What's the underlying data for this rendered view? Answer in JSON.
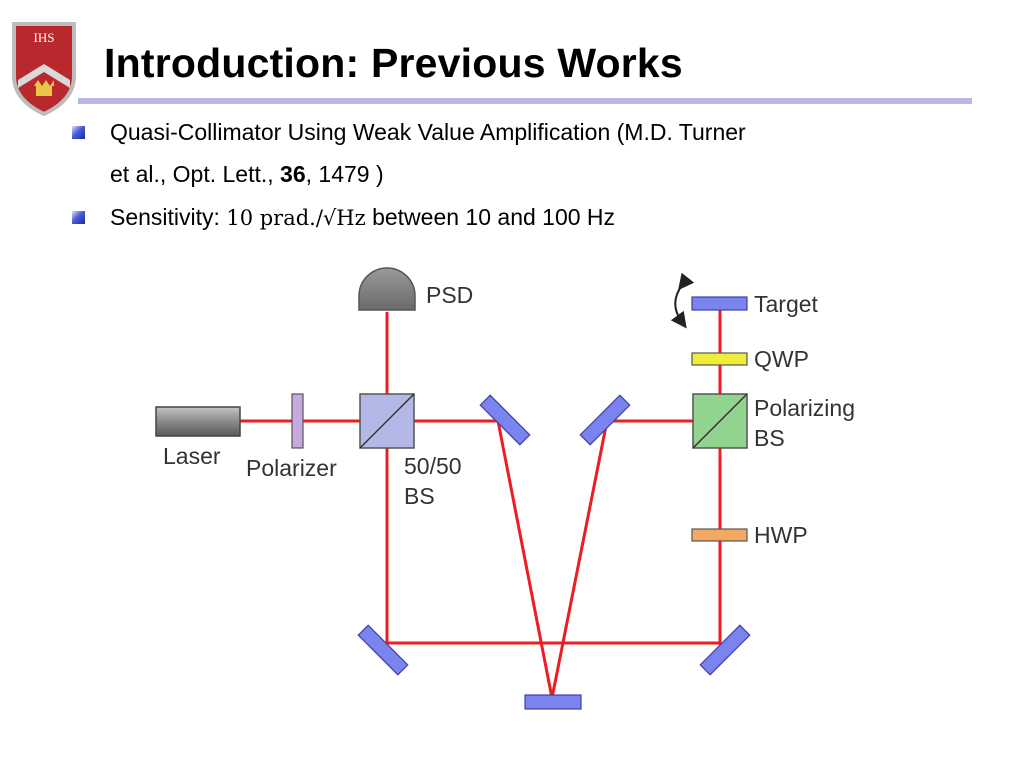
{
  "slide": {
    "logo_text": "IHS",
    "title": "Introduction: Previous Works",
    "bullets": [
      {
        "line1": "Quasi-Collimator Using Weak Value Amplification (M.D. Turner",
        "line2_pre": "et al., Opt. Lett., ",
        "line2_bold": "36",
        "line2_post": ", 1479 )"
      },
      {
        "label": "Sensitivity: ",
        "math": "10 prad./√Hz",
        "rest": " between 10 and 100 Hz"
      }
    ]
  },
  "diagram": {
    "labels": {
      "psd": "PSD",
      "target": "Target",
      "qwp": "QWP",
      "pbs_line1": "Polarizing",
      "pbs_line2": "BS",
      "laser": "Laser",
      "polarizer": "Polarizer",
      "bs_line1": "50/50",
      "bs_line2": "BS",
      "hwp": "HWP"
    },
    "colors": {
      "beam": "#ee1c24",
      "mirror": "#7b84ee",
      "psd": "#8a8a8a",
      "laser": "#8e8e8e",
      "bs": "#b4b8e6",
      "pbs": "#92d38f",
      "qwp": "#f0ec3a",
      "hwp": "#f4a862",
      "polarizer": "#c8a8e0"
    }
  }
}
